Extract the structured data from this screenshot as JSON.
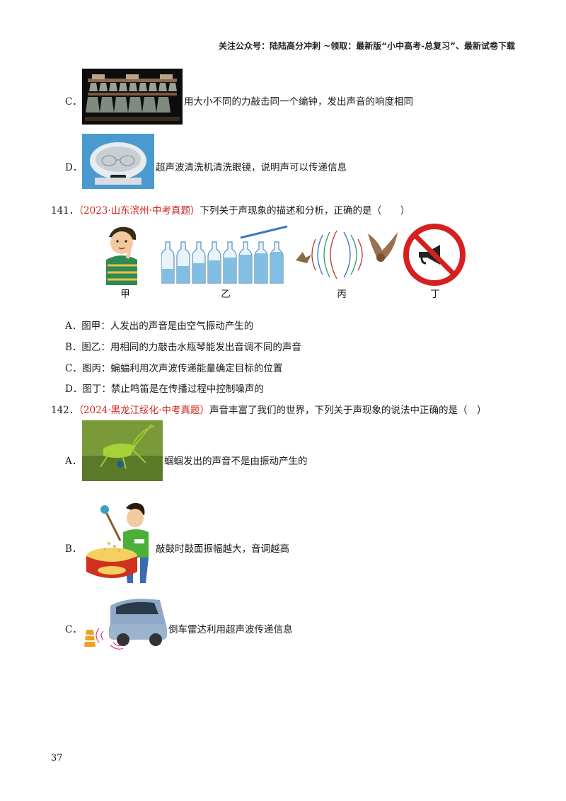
{
  "header": {
    "text": "关注公众号：陆陆高分冲刺  ~领取：最新版“小中高考-总复习”、最新试卷下载"
  },
  "q140": {
    "c_letter": "C．",
    "c_text": "用大小不同的力敲击同一个编钟，发出声音的响度相同",
    "d_letter": "D．",
    "d_text": "超声波清洗机清洗眼镜，说明声可以传递信息"
  },
  "q141": {
    "number": "141．",
    "source": "（2023·山东滨州·中考真题）",
    "stem": "下列关于声现象的描述和分析，正确的是（　　）",
    "labels": [
      "甲",
      "乙",
      "丙",
      "丁"
    ],
    "options": [
      "A．图甲：人发出的声音是由空气振动产生的",
      "B．图乙：用相同的力敲击水瓶琴能发出音调不同的声音",
      "C．图丙：蝙蝠利用次声波传递能量确定目标的位置",
      "D．图丁：禁止鸣笛是在传播过程中控制噪声的"
    ]
  },
  "q142": {
    "number": "142．",
    "source": "（2024·黑龙江绥化·中考真题）",
    "stem": "声音丰富了我们的世界，下列关于声现象的说法中正确的是（　）",
    "a_letter": "A．",
    "a_text": "蝈蝈发出的声音不是由振动产生的",
    "b_letter": "B．",
    "b_text": "敲鼓时鼓面振幅越大，音调越高",
    "c_letter": "C．",
    "c_text": "倒车雷达利用超声波传递信息"
  },
  "page_number": "37"
}
